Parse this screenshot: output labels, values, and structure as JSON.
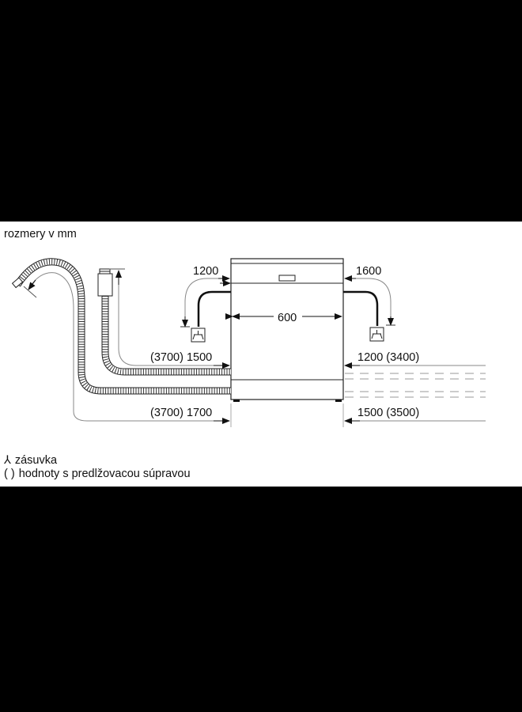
{
  "diagram": {
    "title": "rozmery v mm",
    "background": "#ffffff",
    "frame_color": "#000000",
    "dimensions": {
      "left_top_cable": "1200",
      "right_top_cable": "1600",
      "width": "600",
      "left_inlet_hose": "(3700) 1500",
      "left_drain_hose": "(3700) 1700",
      "right_inlet_hose": "1200 (3400)",
      "right_drain_hose": "1500 (3500)"
    },
    "legend": {
      "socket_symbol": "⅄",
      "socket_label": "zásuvka",
      "parens_symbol": "( )",
      "parens_label": "hodnoty s predlžovacou súpravou"
    }
  }
}
